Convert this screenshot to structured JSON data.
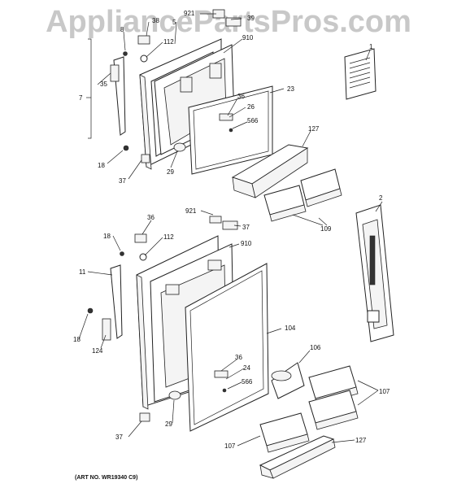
{
  "watermark": "AppliancePartsPros.com",
  "art_number": "(ART NO. WR19340 C9)",
  "callouts": {
    "c921_top": "921",
    "c38": "38",
    "c5": "5",
    "c39": "39",
    "c8": "8",
    "c112_top": "112",
    "c910_top": "910",
    "c35": "35",
    "c7": "7",
    "c23": "23",
    "c36_top": "36",
    "c26": "26",
    "c566_top": "566",
    "c18_top": "18",
    "c37_top": "37",
    "c29_top": "29",
    "c127_top": "127",
    "c109": "109",
    "c1": "1",
    "c2": "2",
    "c921_bot": "921",
    "c37_mid": "37",
    "c36_mid": "36",
    "c18_mid": "18",
    "c112_mid": "112",
    "c910_mid": "910",
    "c11": "11",
    "c18_low": "18",
    "c124": "124",
    "c104": "104",
    "c36_low": "36",
    "c24": "24",
    "c566_low": "566",
    "c106": "106",
    "c107_right": "107",
    "c37_bot": "37",
    "c29_bot": "29",
    "c107_left": "107",
    "c127_bot": "127"
  }
}
